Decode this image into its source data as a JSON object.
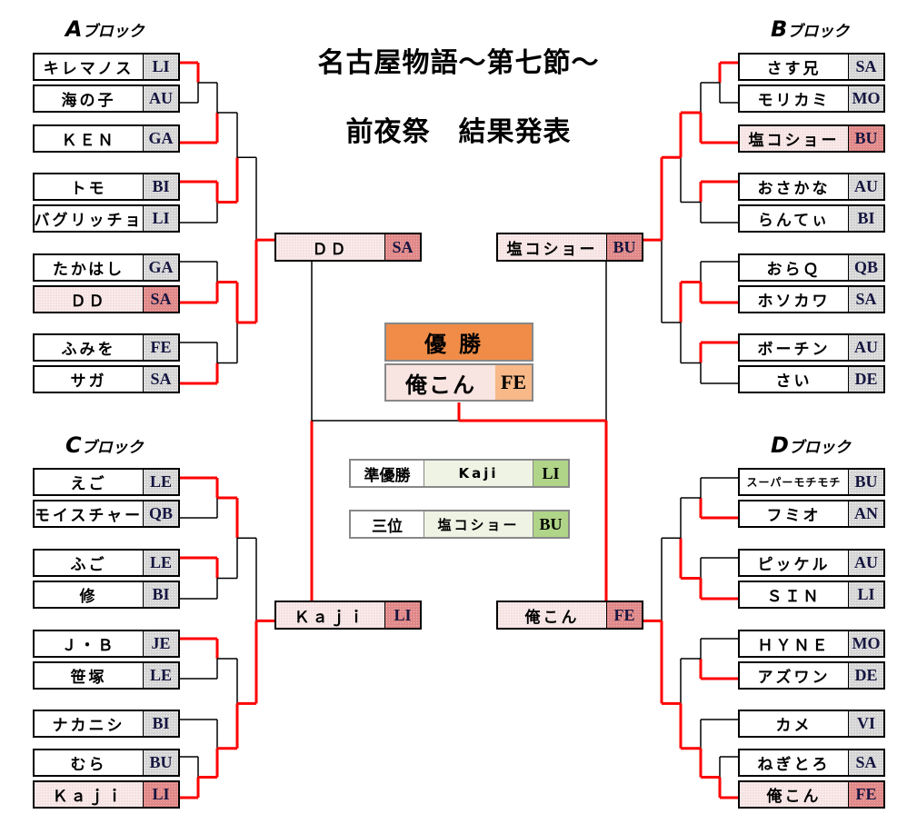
{
  "title": "名古屋物語～第七節～",
  "subtitle": "前夜祭　結果発表",
  "blocks": {
    "A": {
      "label_letter": "A",
      "label_suffix": "ブロック",
      "entries": [
        {
          "name": "キレマノス",
          "code": "LI",
          "winner": false
        },
        {
          "name": "海の子",
          "code": "AU",
          "winner": false
        },
        {
          "name": "ＫＥＮ",
          "code": "GA",
          "winner": false
        },
        {
          "name": "トモ",
          "code": "BI",
          "winner": false
        },
        {
          "name": "バグリッチョ",
          "code": "LI",
          "winner": false
        },
        {
          "name": "たかはし",
          "code": "GA",
          "winner": false
        },
        {
          "name": "ＤＤ",
          "code": "SA",
          "winner": true
        },
        {
          "name": "ふみを",
          "code": "FE",
          "winner": false
        },
        {
          "name": "サガ",
          "code": "SA",
          "winner": false
        }
      ]
    },
    "B": {
      "label_letter": "B",
      "label_suffix": "ブロック",
      "entries": [
        {
          "name": "さす兄",
          "code": "SA",
          "winner": false
        },
        {
          "name": "モリカミ",
          "code": "MO",
          "winner": false
        },
        {
          "name": "塩コショー",
          "code": "BU",
          "winner": true
        },
        {
          "name": "おさかな",
          "code": "AU",
          "winner": false
        },
        {
          "name": "らんてぃ",
          "code": "BI",
          "winner": false
        },
        {
          "name": "おらＱ",
          "code": "QB",
          "winner": false
        },
        {
          "name": "ホソカワ",
          "code": "SA",
          "winner": false
        },
        {
          "name": "ボーチン",
          "code": "AU",
          "winner": false
        },
        {
          "name": "さい",
          "code": "DE",
          "winner": false
        }
      ]
    },
    "C": {
      "label_letter": "C",
      "label_suffix": "ブロック",
      "entries": [
        {
          "name": "えご",
          "code": "LE",
          "winner": false
        },
        {
          "name": "モイスチャー",
          "code": "QB",
          "winner": false
        },
        {
          "name": "ふご",
          "code": "LE",
          "winner": false
        },
        {
          "name": "修",
          "code": "BI",
          "winner": false
        },
        {
          "name": "Ｊ・Ｂ",
          "code": "JE",
          "winner": false
        },
        {
          "name": "笹塚",
          "code": "LE",
          "winner": false
        },
        {
          "name": "ナカニシ",
          "code": "BI",
          "winner": false
        },
        {
          "name": "むら",
          "code": "BU",
          "winner": false
        },
        {
          "name": "Ｋａｊｉ",
          "code": "LI",
          "winner": true
        }
      ]
    },
    "D": {
      "label_letter": "D",
      "label_suffix": "ブロック",
      "entries": [
        {
          "name": "スーパーモチモチ",
          "code": "BU",
          "winner": false
        },
        {
          "name": "フミオ",
          "code": "AN",
          "winner": false
        },
        {
          "name": "ピッケル",
          "code": "AU",
          "winner": false
        },
        {
          "name": "ＳＩＮ",
          "code": "LI",
          "winner": false
        },
        {
          "name": "ＨＹＮＥ",
          "code": "MO",
          "winner": false
        },
        {
          "name": "アズワン",
          "code": "DE",
          "winner": false
        },
        {
          "name": "カメ",
          "code": "VI",
          "winner": false
        },
        {
          "name": "ねぎとろ",
          "code": "SA",
          "winner": false
        },
        {
          "name": "俺こん",
          "code": "FE",
          "winner": true
        }
      ]
    }
  },
  "semifinals": {
    "A": {
      "name": "ＤＤ",
      "code": "SA"
    },
    "B": {
      "name": "塩コショー",
      "code": "BU"
    },
    "C": {
      "name": "Ｋａｊｉ",
      "code": "LI"
    },
    "D": {
      "name": "俺こん",
      "code": "FE"
    }
  },
  "champion": {
    "label": "優勝",
    "name": "俺こん",
    "code": "FE"
  },
  "runner_up": {
    "label": "準優勝",
    "name": "Kaji",
    "code": "LI"
  },
  "third": {
    "label": "三位",
    "name": "塩コショー",
    "code": "BU"
  },
  "colors": {
    "win_line": "#ff0000",
    "lose_line": "#000000",
    "champion": "#f08c48",
    "runner_up_code": "#b0d488",
    "winner_code": "#e08888"
  }
}
